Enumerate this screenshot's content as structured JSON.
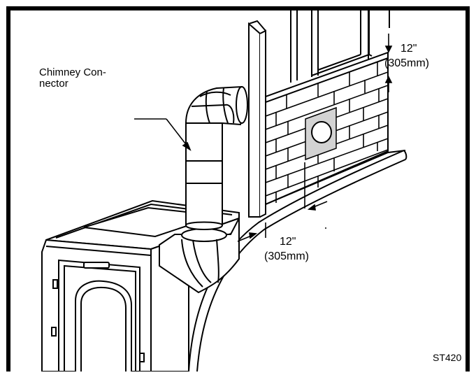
{
  "labels": {
    "chimney_connector_line1": "Chimney Con-",
    "chimney_connector_line2": "nector",
    "top_clearance_value": "12\"",
    "top_clearance_metric": "(305mm)",
    "side_clearance_value": "12\"",
    "side_clearance_metric": "(305mm)",
    "figure_id": "ST420"
  },
  "colors": {
    "line": "#000000",
    "background": "#ffffff",
    "thimble_plate": "#d3d3d3"
  }
}
